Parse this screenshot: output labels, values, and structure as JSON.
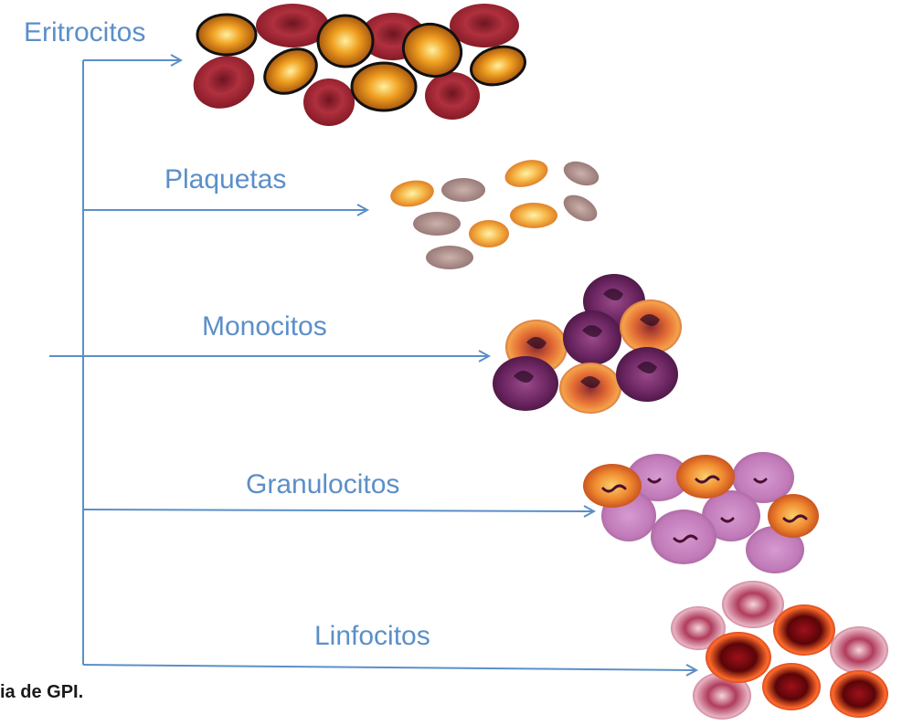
{
  "diagram": {
    "branches": [
      {
        "label": "Eritrocitos",
        "cells_icon": "erythrocyte-cluster-icon"
      },
      {
        "label": "Plaquetas",
        "cells_icon": "platelet-cluster-icon"
      },
      {
        "label": "Monocitos",
        "cells_icon": "monocyte-cluster-icon"
      },
      {
        "label": "Granulocitos",
        "cells_icon": "granulocyte-cluster-icon"
      },
      {
        "label": "Linfocitos",
        "cells_icon": "lymphocyte-cluster-icon"
      }
    ],
    "caption": "ia de GPI.",
    "colors": {
      "line": "#5b8fc9"
    }
  }
}
